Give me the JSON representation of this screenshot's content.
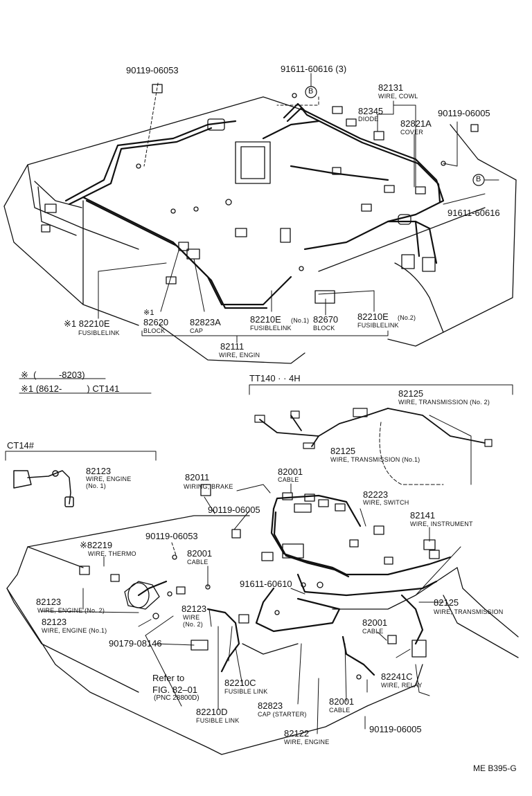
{
  "labels": {
    "p90119_06053_top": "90119-06053",
    "p91611_60616_3": "91611-60616 (3)",
    "p82131": "82131",
    "p82131_name": "WIRE, COWL",
    "p82345": "82345",
    "p82345_name": "DIODE",
    "p90119_06005_top": "90119-06005",
    "p82821A": "82821A",
    "p82821A_name": "COVER",
    "p91611_60616": "91611-60616",
    "p82210E_left": "※1 82210E",
    "p82210E_left_name": "FUSIBLELINK",
    "p82620_mark": "※1",
    "p82620": "82620",
    "p82620_name": "BLOCK",
    "p82823A": "82823A",
    "p82823A_name": "CAP",
    "p82210E_no1": "82210E",
    "p82210E_no1_suffix": "(No.1)",
    "p82210E_no1_name": "FUSIBLELINK",
    "p82670": "82670",
    "p82670_name": "BLOCK",
    "p82210E_no2": "82210E",
    "p82210E_no2_suffix": "(No.2)",
    "p82210E_no2_name": "FUSIBLELINK",
    "p82111": "82111",
    "p82111_name": "WIRE, ENGIN",
    "note1": "※  (         -8203)",
    "note2": "※1 (8612-          ) CT141",
    "tt140": "TT140 · · 4H",
    "p82125_no2": "82125",
    "p82125_no2_name": "WIRE, TRANSMISSION (No. 2)",
    "p82125_no1": "82125",
    "p82125_no1_name": "WIRE, TRANSMISSION (No.1)",
    "ct14": "CT14#",
    "p82123_no1_top": "82123",
    "p82123_no1_top_name": "WIRE, ENGINE",
    "p82123_no1_top_sub": "(No. 1)",
    "p82011": "82011",
    "p82011_name": "WIRING, BRAKE",
    "p82001_top": "82001",
    "p82001_top_name": "CABLE",
    "p90119_06005_mid": "90119-06005",
    "p82223": "82223",
    "p82223_name": "WIRE, SWITCH",
    "p82141": "82141",
    "p82141_name": "WIRE, INSTRUMENT",
    "p90119_06053_mid": "90119-06053",
    "p82219": "※82219",
    "p82219_name": "WIRE, THERMO",
    "p82001_mid": "82001",
    "p82001_mid_name": "CABLE",
    "p91611_60610": "91611-60610",
    "p82123_no2_left": "82123",
    "p82123_no2_left_name": "WIRE, ENGINE (No. 2)",
    "p82123_no1_left": "82123",
    "p82123_no1_left_name": "WIRE, ENGINE (No.1)",
    "p82123_center": "82123",
    "p82123_center_name": "WIRE",
    "p82123_center_sub": "(No. 2)",
    "p82125_trans": "82125",
    "p82125_trans_name": "WIRE, TRANSMISSION",
    "p82001_right": "82001",
    "p82001_right_name": "CABLE",
    "p90179_08146": "90179-08146",
    "refer1": "Refer to",
    "refer2": "FIG. 82–01",
    "refer3": "(PNC 28800D)",
    "p82210C": "82210C",
    "p82210C_name": "FUSIBLE LINK",
    "p82241C": "82241C",
    "p82241C_name": "WIRE, RELAY",
    "p82001_bottom": "82001",
    "p82001_bottom_name": "CABLE",
    "p82823": "82823",
    "p82823_name": "CAP (STARTER)",
    "p82210D": "82210D",
    "p82210D_name": "FUSIBLE LINK",
    "p82122": "82122",
    "p82122_name": "WIRE, ENGINE",
    "p90119_06005_bottom": "90119-06005",
    "figcode": "ME B395-G",
    "circle_b": "B"
  }
}
